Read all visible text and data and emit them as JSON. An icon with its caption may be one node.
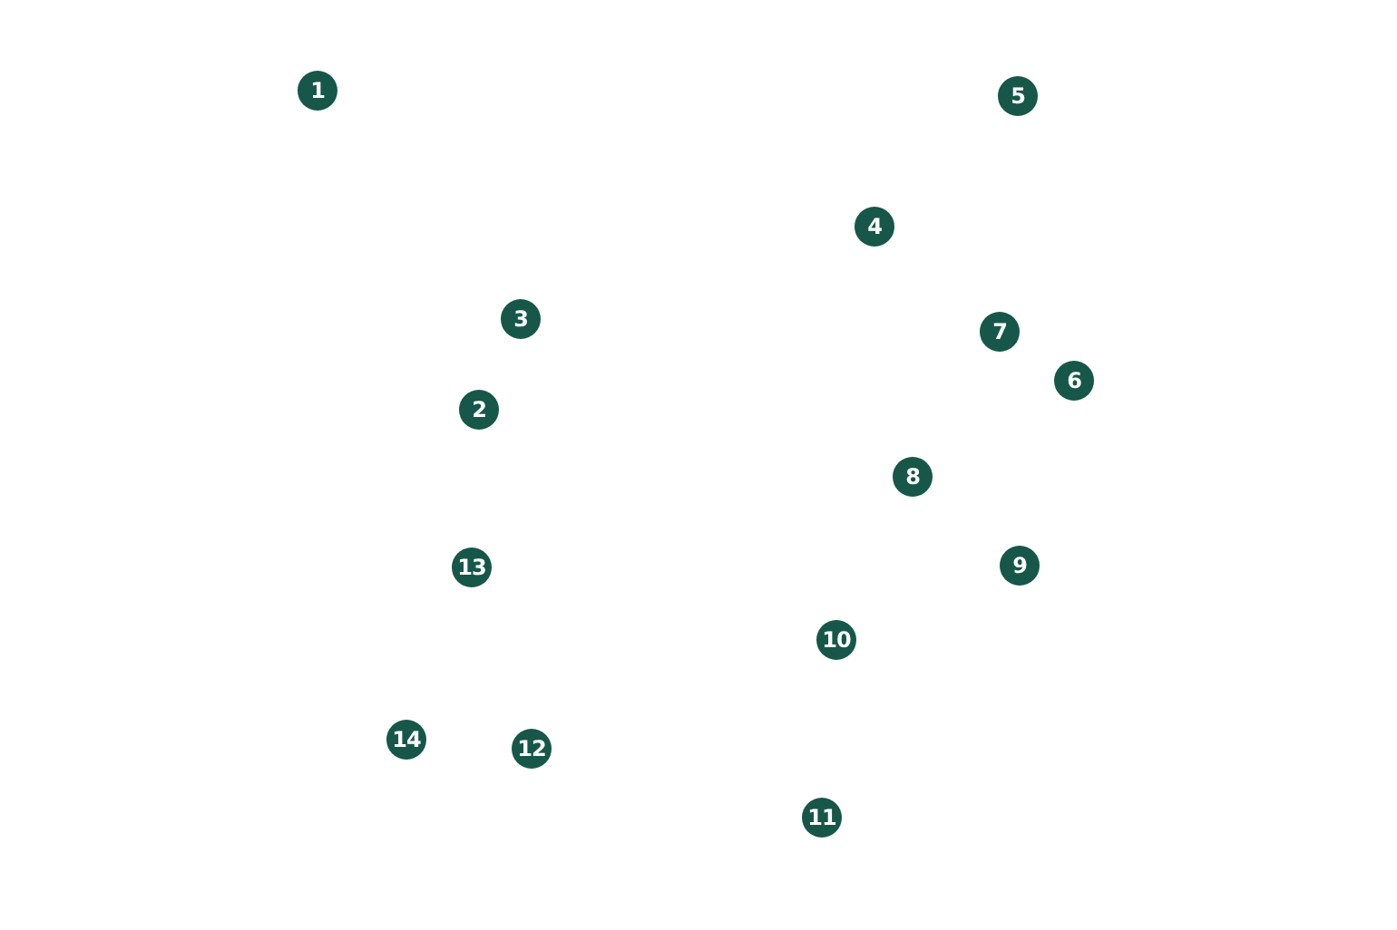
{
  "diagram": {
    "labels": [
      "1",
      "5",
      "4",
      "3",
      "7",
      "6",
      "2",
      "8",
      "13",
      "9",
      "10",
      "14",
      "12",
      "11"
    ]
  }
}
